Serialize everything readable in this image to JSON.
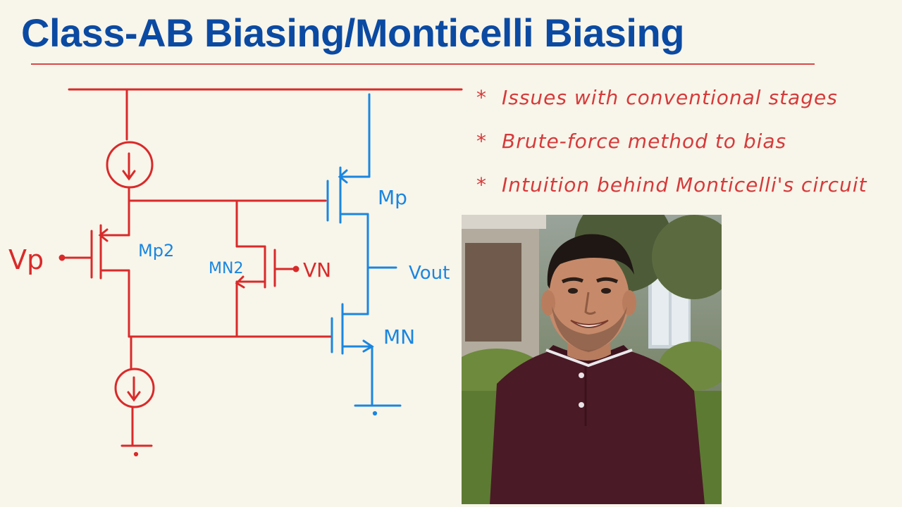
{
  "title": "Class-AB Biasing/Monticelli Biasing",
  "bullets": [
    {
      "marker": "*",
      "text": "Issues with conventional stages"
    },
    {
      "marker": "*",
      "text": "Brute-force method to bias"
    },
    {
      "marker": "*",
      "text": "Intuition behind Monticelli's circuit"
    }
  ],
  "labels": {
    "vp": "Vp",
    "vn": "VN",
    "mp2": "Mp2",
    "mn2": "MN2",
    "mp": "Mp",
    "mn": "MN",
    "vout": "Vout"
  },
  "colors": {
    "title": "#0b4aa2",
    "red": "#d92a2a",
    "blue": "#1a86e0",
    "background": "#f8f5ea"
  }
}
